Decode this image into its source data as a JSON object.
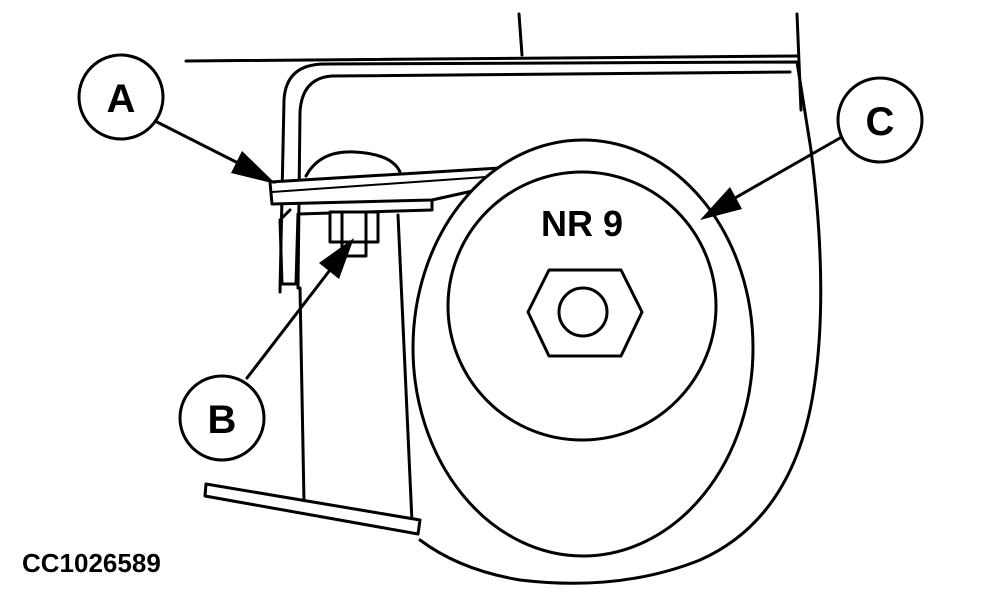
{
  "figure_id": "CC1026589",
  "part_marking": "NR 9",
  "callouts": [
    {
      "label": "A"
    },
    {
      "label": "B"
    },
    {
      "label": "C"
    }
  ]
}
